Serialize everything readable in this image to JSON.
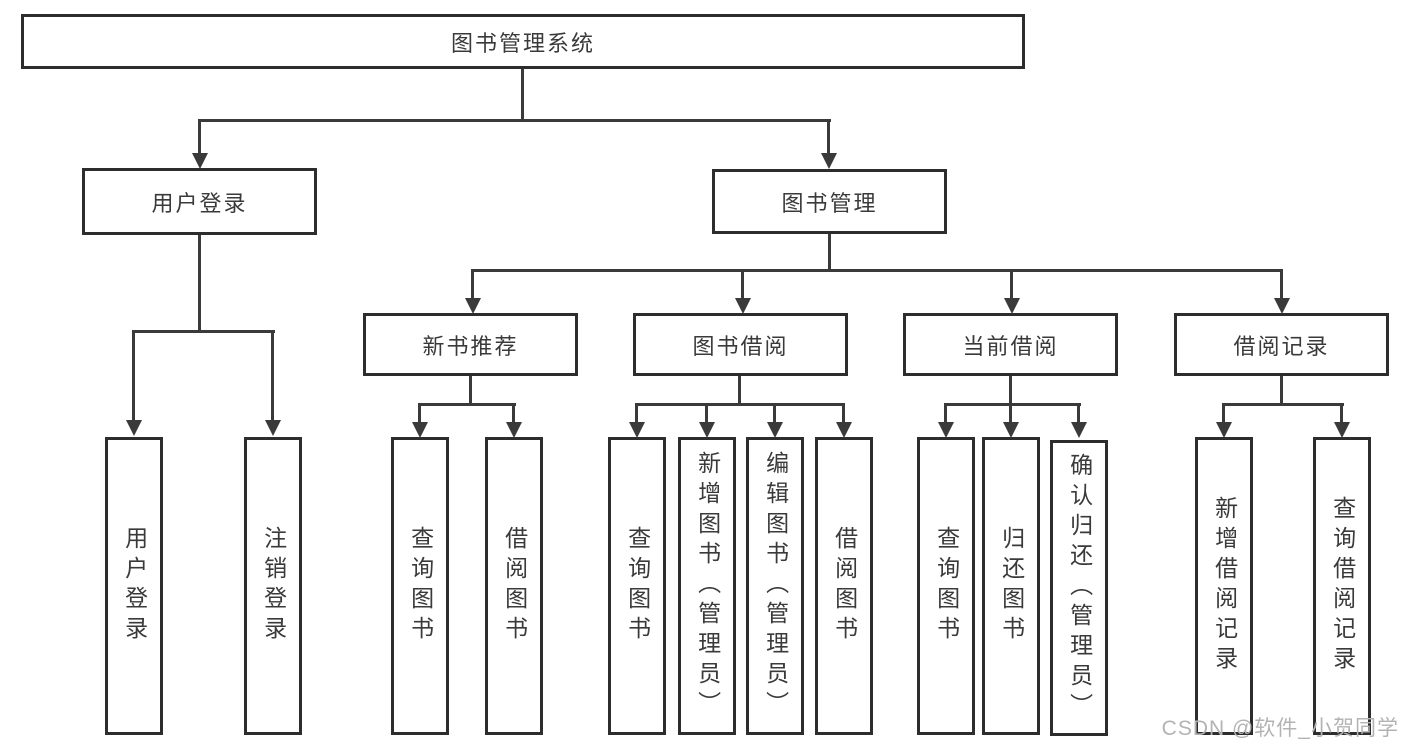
{
  "diagram_title": "图书管理系统",
  "watermark": "CSDN @软件_小贺同学",
  "colors": {
    "line": "#3a3a3a",
    "border": "#2d2d2d",
    "text": "#3a3a3a",
    "watermark": "#b3b3b3",
    "background": "#ffffff"
  },
  "tree": {
    "root": {
      "label": "图书管理系统"
    },
    "branches": [
      {
        "label": "用户登录",
        "children": [
          {
            "label": "用户登录"
          },
          {
            "label": "注销登录"
          }
        ]
      },
      {
        "label": "图书管理",
        "children": [
          {
            "label": "新书推荐",
            "children": [
              {
                "label": "查询图书"
              },
              {
                "label": "借阅图书"
              }
            ]
          },
          {
            "label": "图书借阅",
            "children": [
              {
                "label": "查询图书"
              },
              {
                "label": "新增图书（管理员）"
              },
              {
                "label": "编辑图书（管理员）"
              },
              {
                "label": "借阅图书"
              }
            ]
          },
          {
            "label": "当前借阅",
            "children": [
              {
                "label": "查询图书"
              },
              {
                "label": "归还图书"
              },
              {
                "label": "确认归还（管理员）"
              }
            ]
          },
          {
            "label": "借阅记录",
            "children": [
              {
                "label": "新增借阅记录"
              },
              {
                "label": "查询借阅记录"
              }
            ]
          }
        ]
      }
    ]
  }
}
